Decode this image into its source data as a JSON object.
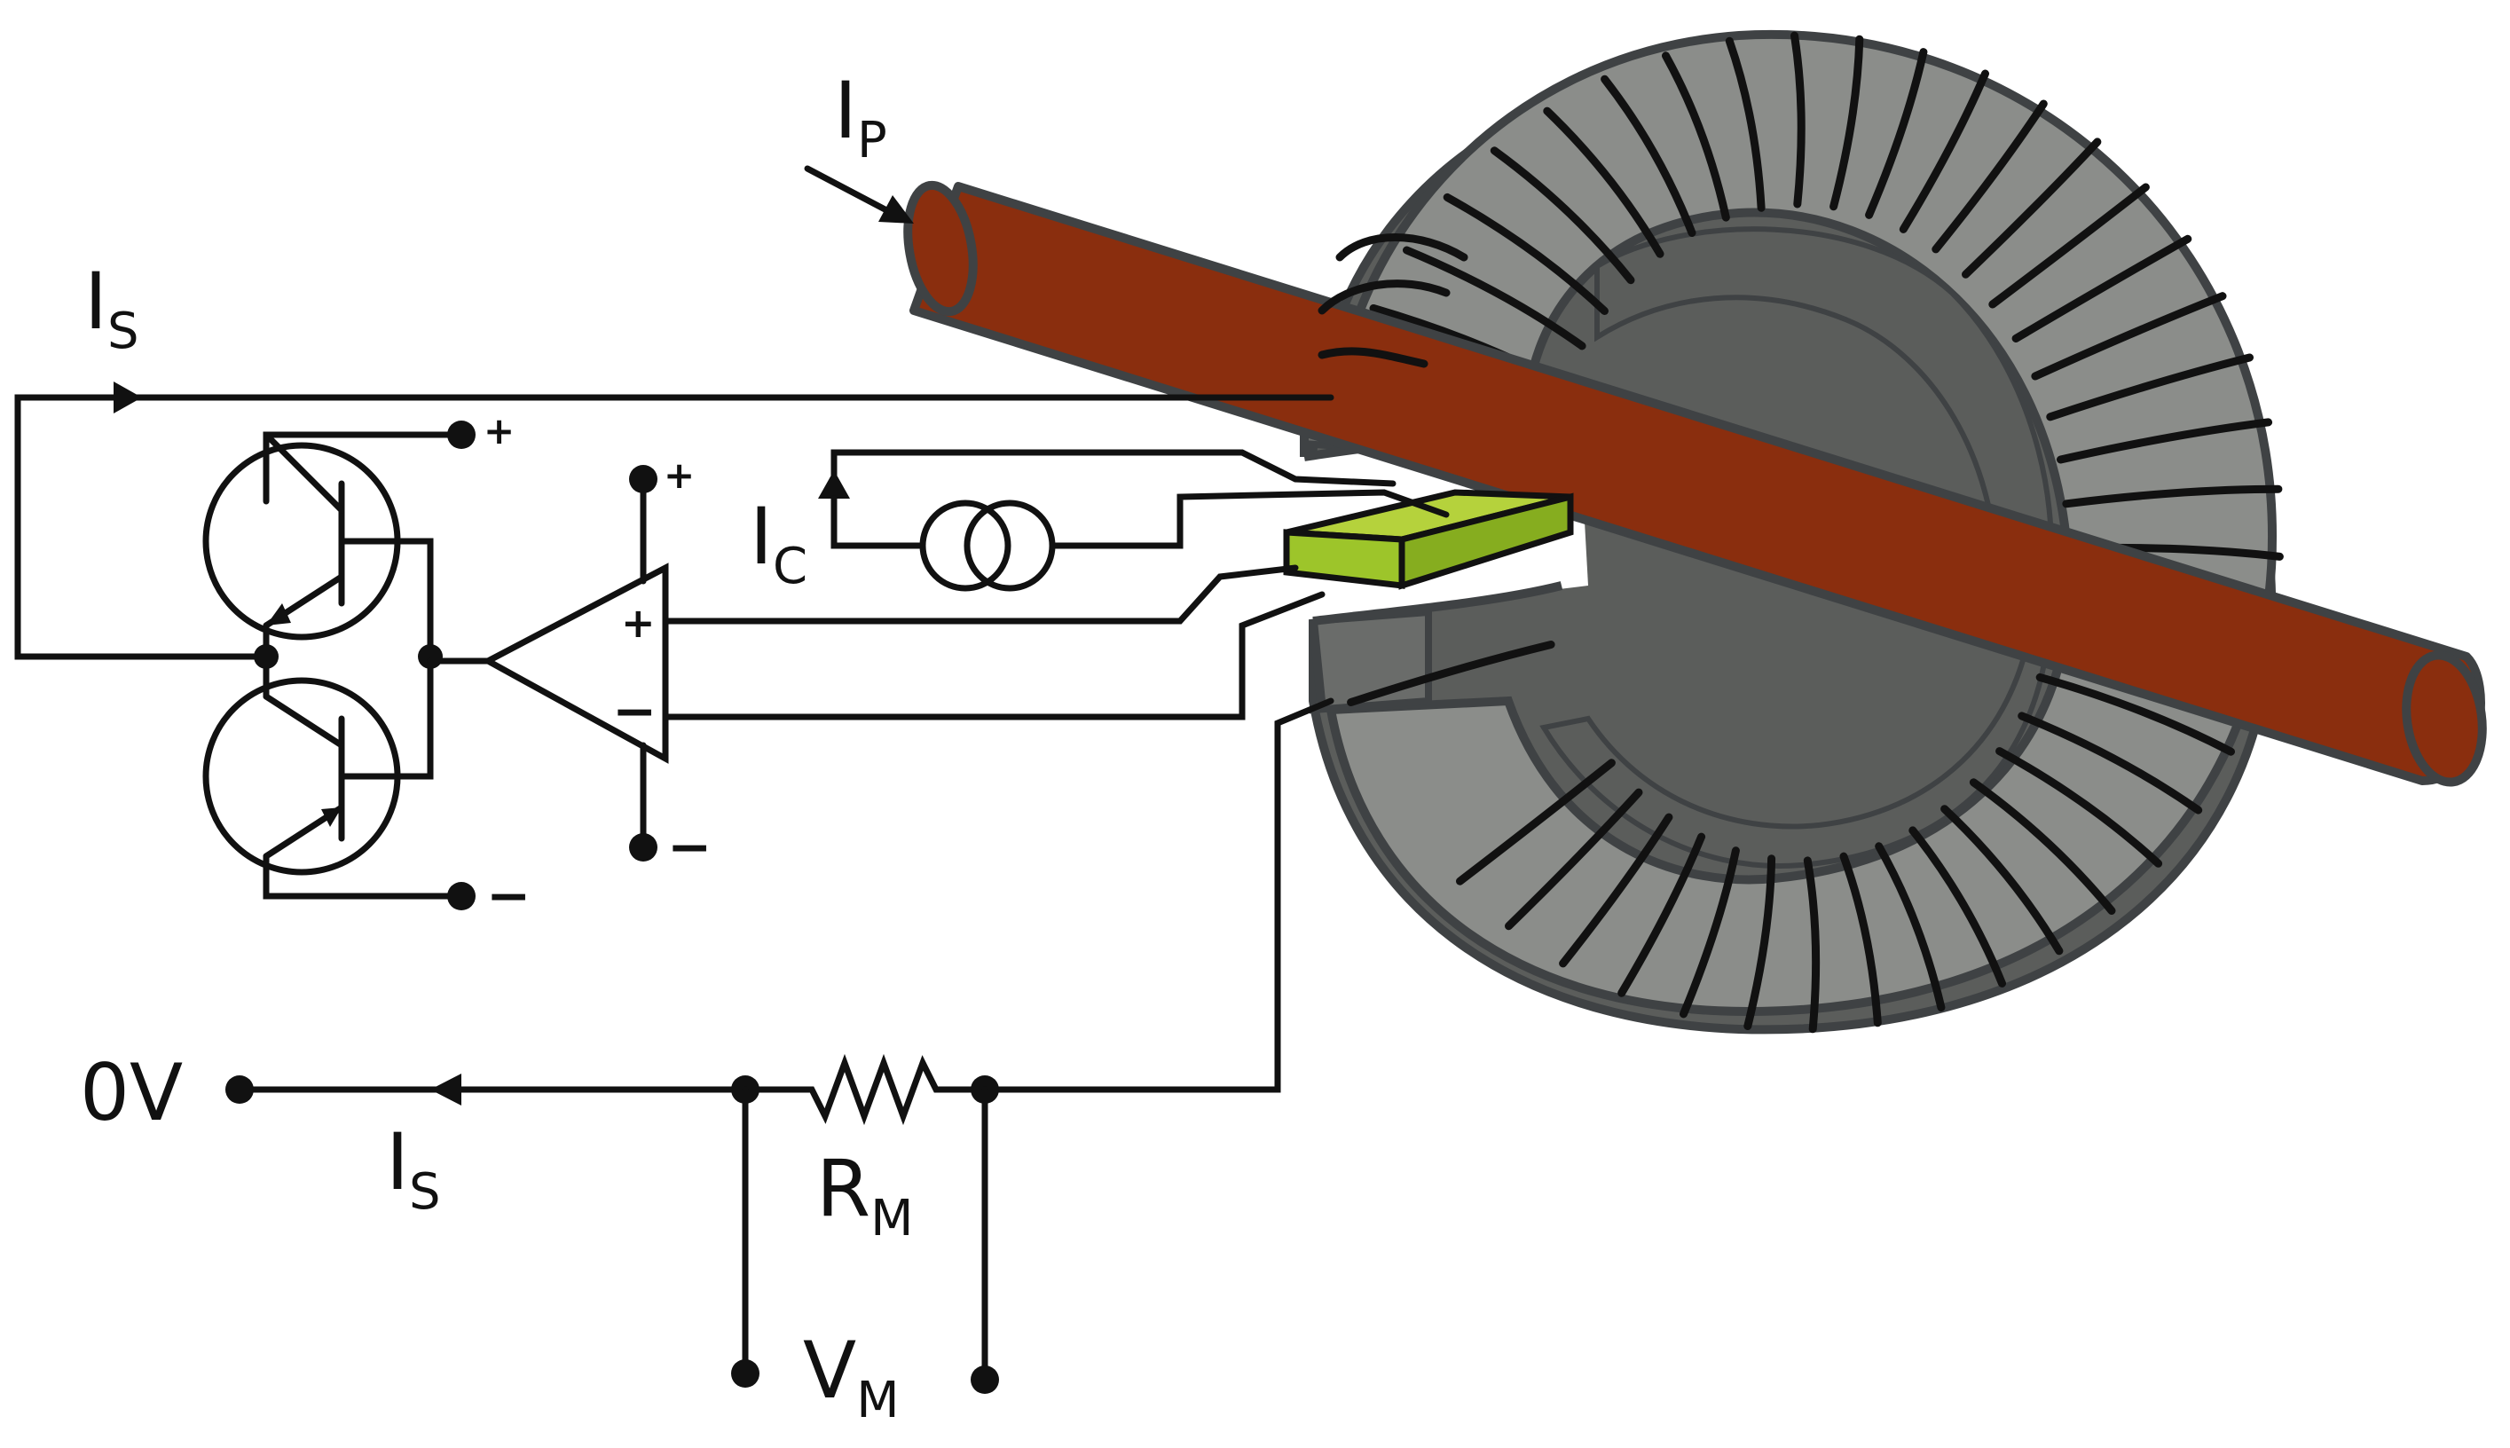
{
  "labels": {
    "ip": {
      "main": "I",
      "sub": "P"
    },
    "is_top": {
      "main": "I",
      "sub": "S"
    },
    "ic": {
      "main": "I",
      "sub": "C"
    },
    "zero_v": "0V",
    "is_bottom": {
      "main": "I",
      "sub": "S"
    },
    "rm": {
      "main": "R",
      "sub": "M"
    },
    "vm": {
      "main": "V",
      "sub": "M"
    },
    "opamp_plus_input": "+",
    "opamp_minus_input": "−",
    "supply_plus_transistor": "+",
    "supply_minus_transistor": "−",
    "supply_plus_opamp": "+",
    "supply_minus_opamp": "−"
  },
  "colors": {
    "core_dark": "#5a5c5a",
    "core_mid": "#8a8c89",
    "core_light": "#9c9e9b",
    "conductor": "#8a2e0e",
    "conductor_edge": "#3f4244",
    "hall_sensor": "#9dc52a",
    "wire": "#111111"
  }
}
